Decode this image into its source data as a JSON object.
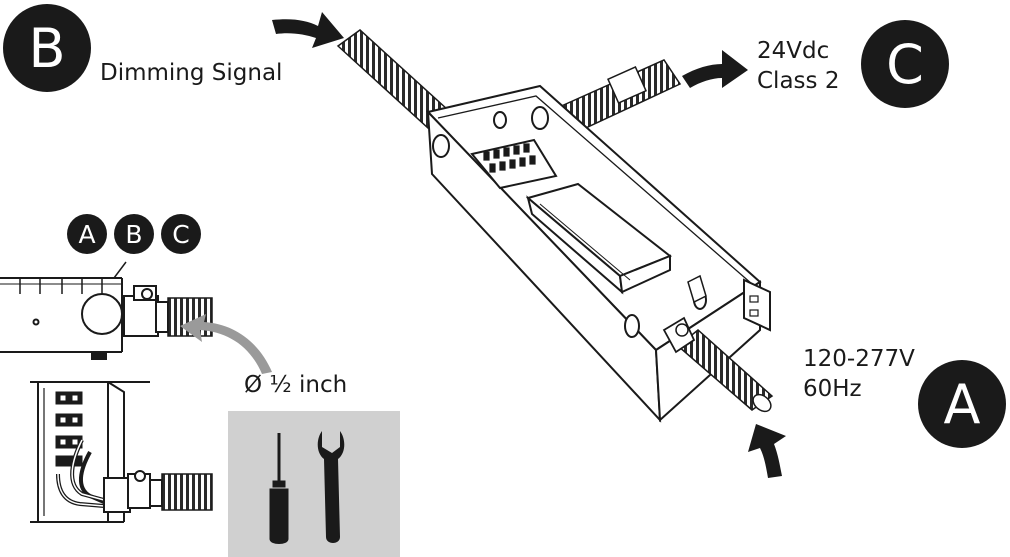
{
  "labels": {
    "A": "A",
    "B": "B",
    "C": "C",
    "dimming": "Dimming Signal",
    "c_line1": "24Vdc",
    "c_line2": "Class 2",
    "a_line1": "120-277V",
    "a_line2": "60Hz",
    "conduit": "Ø ½ inch"
  },
  "icons": {
    "tools": [
      "screwdriver-icon",
      "wrench-icon"
    ],
    "arrows": [
      "curved-arrow-icon"
    ]
  },
  "colors": {
    "ink": "#1a1a1a",
    "panel": "#d0d0d0",
    "paper": "#ffffff",
    "callout_arrow": "#9a9a9a"
  }
}
